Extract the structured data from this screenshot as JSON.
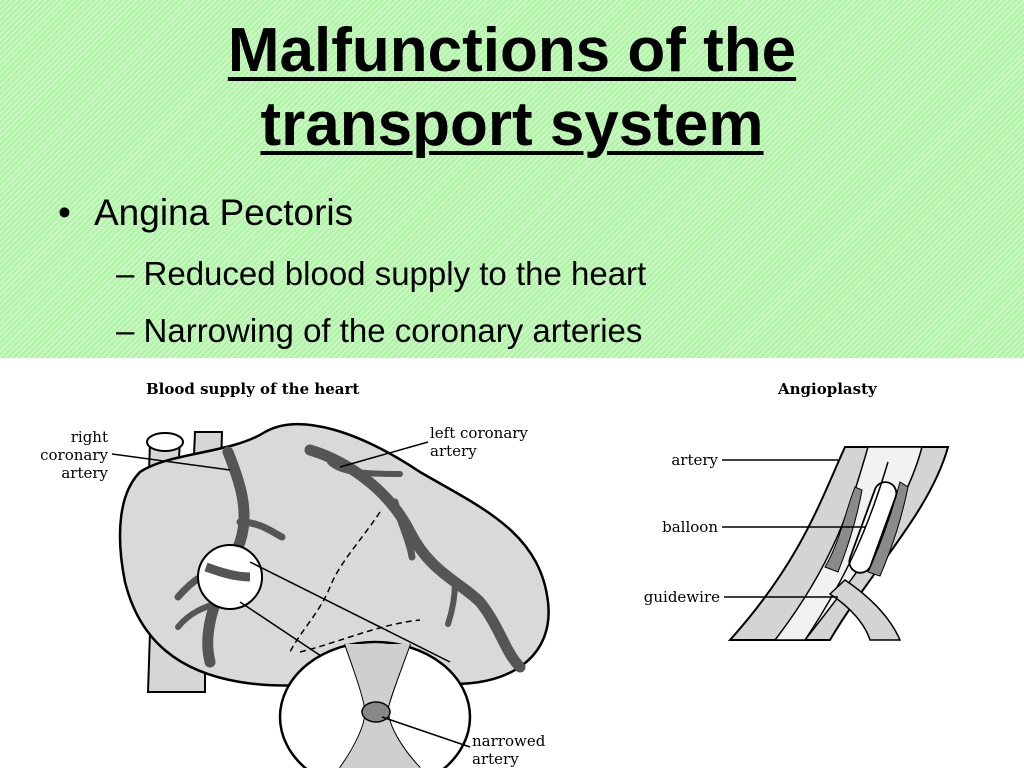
{
  "slide": {
    "title_line1": "Malfunctions of the",
    "title_line2": "transport system",
    "bullet": "Angina Pectoris",
    "bullet_symbol": "•",
    "sub_points": [
      "– Reduced blood supply to the heart",
      "– Narrowing of the coronary arteries"
    ],
    "background_color": "#b2f5a8"
  },
  "heart_diagram": {
    "title": "Blood supply of the heart",
    "labels": {
      "right_coronary_line1": "right",
      "right_coronary_line2": "coronary",
      "right_coronary_line3": "artery",
      "left_coronary_line1": "left coronary",
      "left_coronary_line2": "artery",
      "narrowed_line1": "narrowed",
      "narrowed_line2": "artery"
    }
  },
  "angioplasty_diagram": {
    "title": "Angioplasty",
    "labels": {
      "artery": "artery",
      "balloon": "balloon",
      "guidewire": "guidewire"
    }
  }
}
